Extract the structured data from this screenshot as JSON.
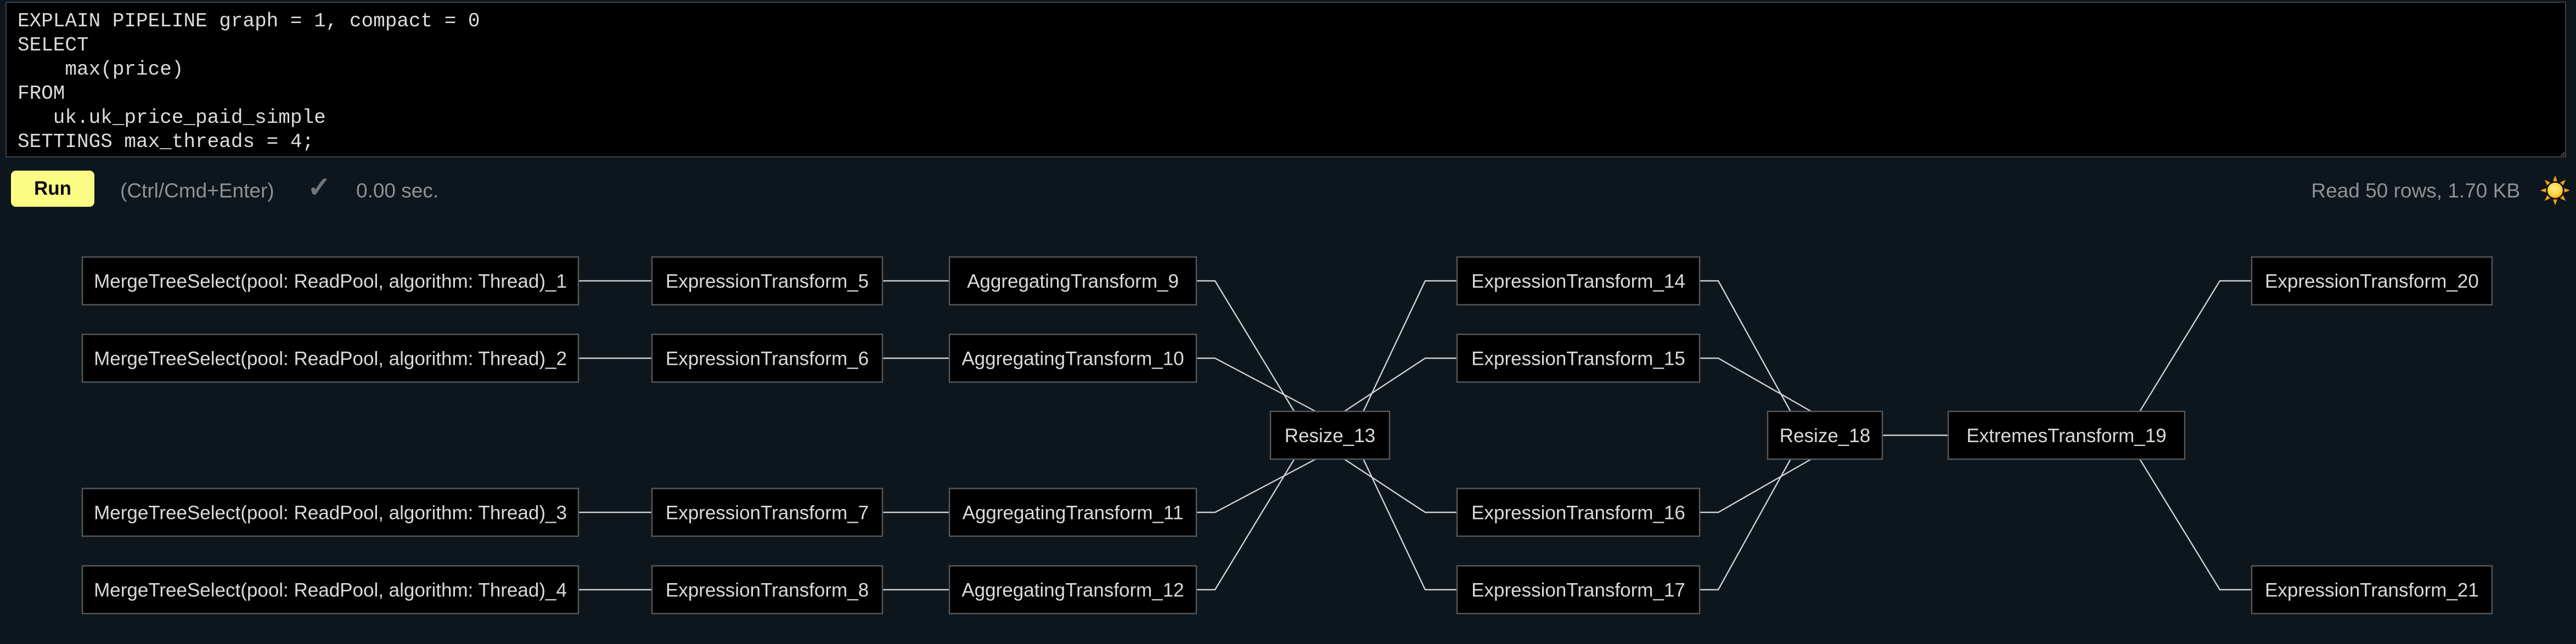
{
  "editor": {
    "query": "EXPLAIN PIPELINE graph = 1, compact = 0\nSELECT\n    max(price)\nFROM\n   uk.uk_price_paid_simple\nSETTINGS max_threads = 4;"
  },
  "toolbar": {
    "run_label": "Run",
    "shortcut_hint": "(Ctrl/Cmd+Enter)",
    "status_check": "✓",
    "elapsed": "0.00 sec.",
    "read_stats": "Read 50 rows, 1.70 KB",
    "theme_toggle_icon": "sun-icon"
  },
  "theme": {
    "background": "#0d161c",
    "accent_yellow": "#fbfc84",
    "muted_text": "#8d9298",
    "node_fill": "#000000",
    "node_border": "#53575b",
    "node_text": "#d8dadb",
    "edge_color": "#cdd2d4",
    "sun_core": "#ffd84d",
    "sun_rays": "#f6a40e"
  },
  "pipeline_graph": {
    "nodes": [
      {
        "id": "m1",
        "label": "MergeTreeSelect(pool: ReadPool, algorithm: Thread)_1",
        "col": 0,
        "row": 0
      },
      {
        "id": "m2",
        "label": "MergeTreeSelect(pool: ReadPool, algorithm: Thread)_2",
        "col": 0,
        "row": 1
      },
      {
        "id": "m3",
        "label": "MergeTreeSelect(pool: ReadPool, algorithm: Thread)_3",
        "col": 0,
        "row": 3
      },
      {
        "id": "m4",
        "label": "MergeTreeSelect(pool: ReadPool, algorithm: Thread)_4",
        "col": 0,
        "row": 4
      },
      {
        "id": "e5",
        "label": "ExpressionTransform_5",
        "col": 1,
        "row": 0
      },
      {
        "id": "e6",
        "label": "ExpressionTransform_6",
        "col": 1,
        "row": 1
      },
      {
        "id": "e7",
        "label": "ExpressionTransform_7",
        "col": 1,
        "row": 3
      },
      {
        "id": "e8",
        "label": "ExpressionTransform_8",
        "col": 1,
        "row": 4
      },
      {
        "id": "a9",
        "label": "AggregatingTransform_9",
        "col": 2,
        "row": 0
      },
      {
        "id": "a10",
        "label": "AggregatingTransform_10",
        "col": 2,
        "row": 1
      },
      {
        "id": "a11",
        "label": "AggregatingTransform_11",
        "col": 2,
        "row": 3
      },
      {
        "id": "a12",
        "label": "AggregatingTransform_12",
        "col": 2,
        "row": 4
      },
      {
        "id": "r13",
        "label": "Resize_13",
        "col": 3,
        "row": 2
      },
      {
        "id": "e14",
        "label": "ExpressionTransform_14",
        "col": 4,
        "row": 0
      },
      {
        "id": "e15",
        "label": "ExpressionTransform_15",
        "col": 4,
        "row": 1
      },
      {
        "id": "e16",
        "label": "ExpressionTransform_16",
        "col": 4,
        "row": 3
      },
      {
        "id": "e17",
        "label": "ExpressionTransform_17",
        "col": 4,
        "row": 4
      },
      {
        "id": "r18",
        "label": "Resize_18",
        "col": 5,
        "row": 2
      },
      {
        "id": "x19",
        "label": "ExtremesTransform_19",
        "col": 6,
        "row": 2
      },
      {
        "id": "e20",
        "label": "ExpressionTransform_20",
        "col": 7,
        "row": 0
      },
      {
        "id": "e21",
        "label": "ExpressionTransform_21",
        "col": 7,
        "row": 4
      }
    ],
    "edges": [
      [
        "m1",
        "e5"
      ],
      [
        "m2",
        "e6"
      ],
      [
        "m3",
        "e7"
      ],
      [
        "m4",
        "e8"
      ],
      [
        "e5",
        "a9"
      ],
      [
        "e6",
        "a10"
      ],
      [
        "e7",
        "a11"
      ],
      [
        "e8",
        "a12"
      ],
      [
        "a9",
        "r13"
      ],
      [
        "a10",
        "r13"
      ],
      [
        "a11",
        "r13"
      ],
      [
        "a12",
        "r13"
      ],
      [
        "r13",
        "e14"
      ],
      [
        "r13",
        "e15"
      ],
      [
        "r13",
        "e16"
      ],
      [
        "r13",
        "e17"
      ],
      [
        "e14",
        "r18"
      ],
      [
        "e15",
        "r18"
      ],
      [
        "e16",
        "r18"
      ],
      [
        "e17",
        "r18"
      ],
      [
        "r18",
        "x19"
      ],
      [
        "x19",
        "e20"
      ],
      [
        "x19",
        "e21"
      ]
    ]
  }
}
